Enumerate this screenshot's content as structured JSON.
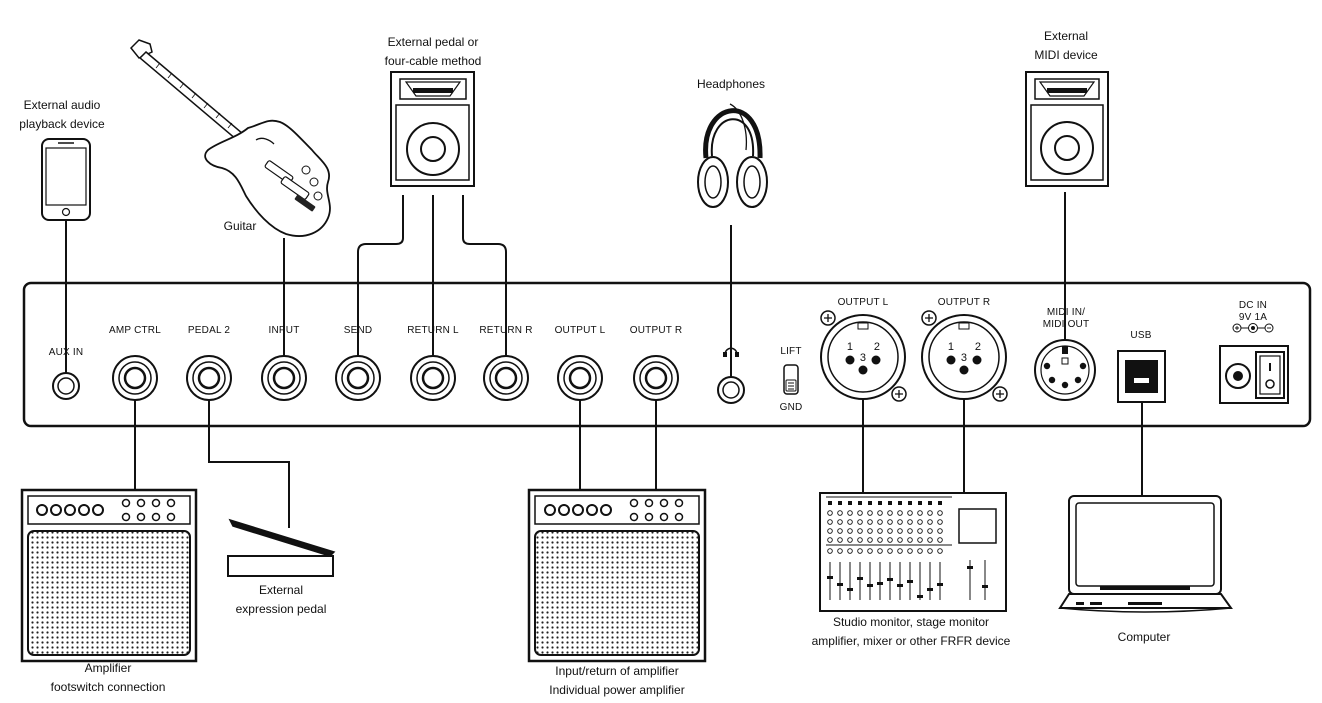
{
  "devices": {
    "audio_playback": "External audio\nplayback device",
    "guitar": "Guitar",
    "external_pedal": "External pedal or\nfour-cable method",
    "headphones": "Headphones",
    "midi_device": "External\nMIDI device",
    "amp_footswitch": "Amplifier\nfootswitch connection",
    "expression_pedal": "External\nexpression pedal",
    "power_amp": "Input/return of amplifier\nIndividual power amplifier",
    "frfr": "Studio monitor, stage monitor\namplifier, mixer or other FRFR device",
    "computer": "Computer"
  },
  "panel": {
    "aux_in": "AUX IN",
    "amp_ctrl": "AMP CTRL",
    "pedal2": "PEDAL 2",
    "input": "INPUT",
    "send": "SEND",
    "return_l": "RETURN L",
    "return_r": "RETURN R",
    "output_l": "OUTPUT L",
    "output_r": "OUTPUT R",
    "lift": "LIFT",
    "gnd": "GND",
    "xlr_l": "OUTPUT L",
    "xlr_r": "OUTPUT R",
    "midi": "MIDI IN/\nMIDI OUT",
    "usb": "USB",
    "dc_in": "DC IN\n9V 1A",
    "pin1": "1",
    "pin2": "2",
    "pin3": "3"
  }
}
